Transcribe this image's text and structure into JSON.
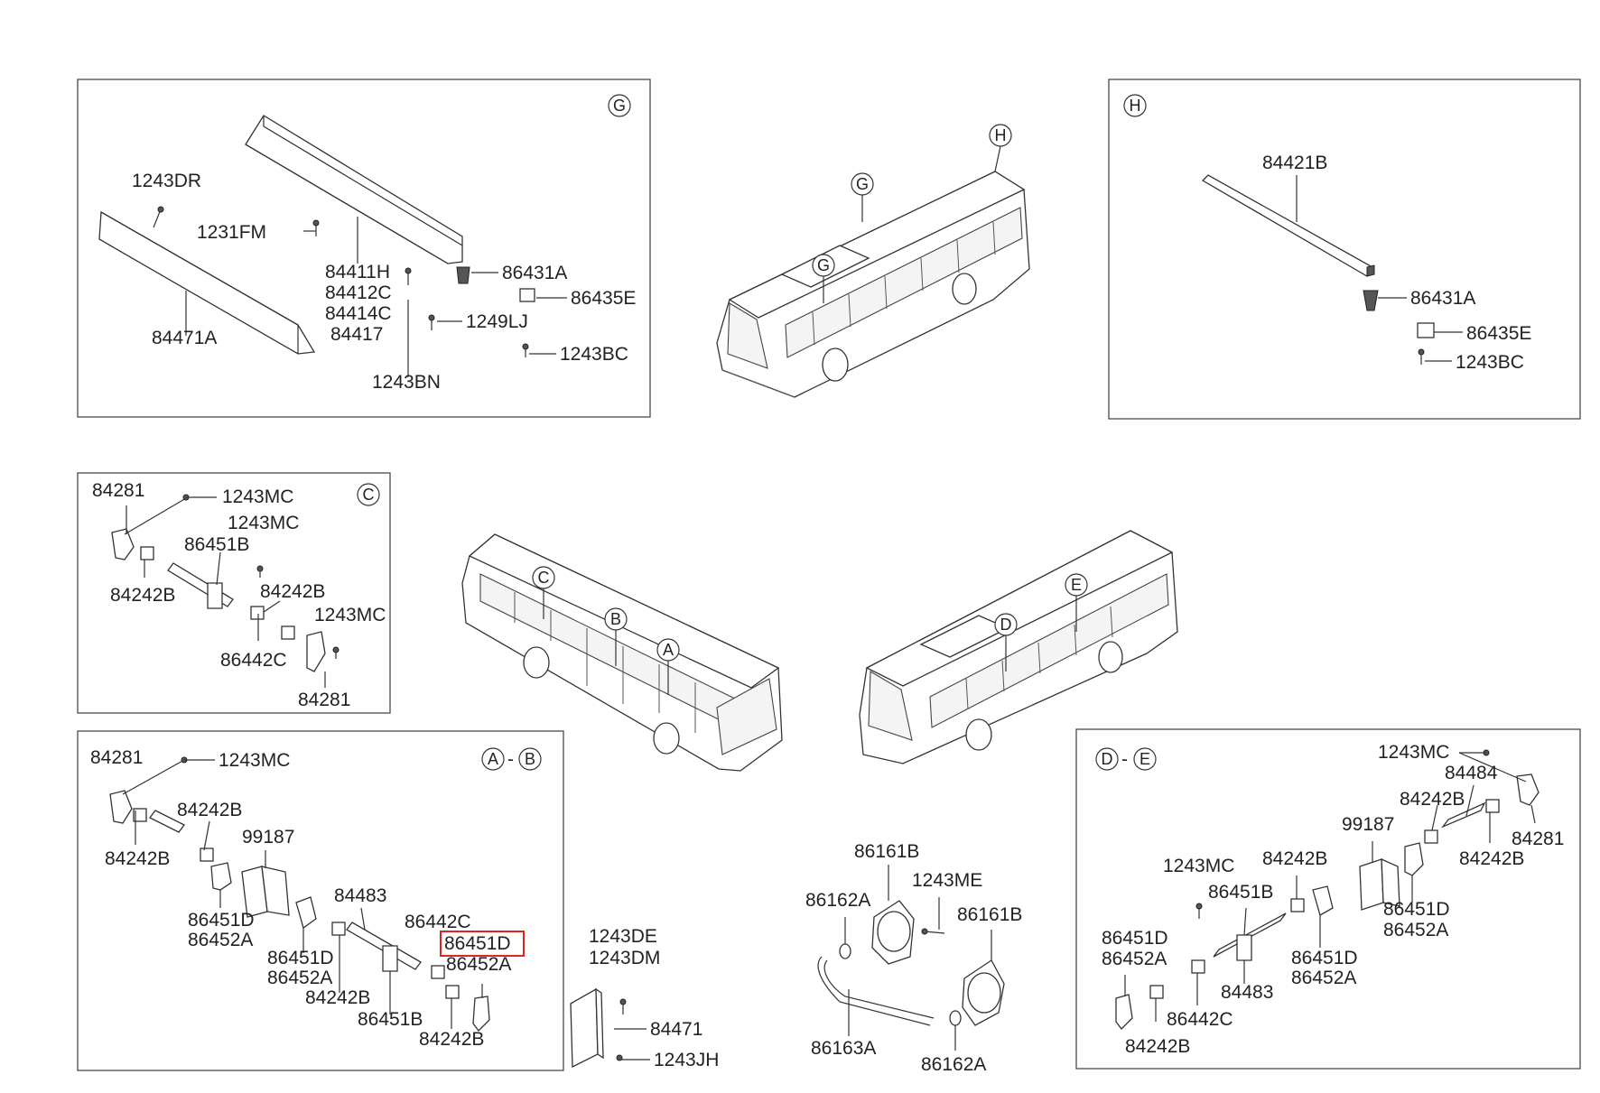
{
  "sections": {
    "G": {
      "letter": "G",
      "labels": [
        "1243DR",
        "1231FM",
        "84411H",
        "84412C",
        "84414C",
        "84417",
        "86431A",
        "86435E",
        "1249LJ",
        "1243BC",
        "84471A",
        "1243BN"
      ]
    },
    "H": {
      "letter": "H",
      "labels": [
        "84421B",
        "86431A",
        "86435E",
        "1243BC"
      ]
    },
    "C": {
      "letter": "C",
      "labels": [
        "84281",
        "1243MC",
        "1243MC",
        "86451B",
        "84242B",
        "84242B",
        "1243MC",
        "86442C",
        "84281"
      ]
    },
    "AB": {
      "letter_a": "A",
      "dash": "-",
      "letter_b": "B",
      "labels": [
        "84281",
        "1243MC",
        "84242B",
        "84242B",
        "99187",
        "86451D",
        "86452A",
        "84483",
        "86442C",
        "86451D",
        "86452A",
        "86451D",
        "86452A",
        "84242B",
        "86451B",
        "84242B"
      ]
    },
    "DE": {
      "letter_d": "D",
      "dash": "-",
      "letter_e": "E",
      "labels": [
        "1243MC",
        "84484",
        "84242B",
        "84281",
        "99187",
        "84242B",
        "1243MC",
        "86451B",
        "84242B",
        "86451D",
        "86452A",
        "86451D",
        "86452A",
        "86451D",
        "86452A",
        "84483",
        "86442C",
        "84242B"
      ]
    },
    "loose_top": {
      "labels": [
        "1243DE",
        "1243DM",
        "84471",
        "1243JH"
      ]
    },
    "loose_bottom": {
      "labels": [
        "86161B",
        "1243ME",
        "86162A",
        "86161B",
        "86163A",
        "86162A"
      ]
    }
  },
  "bus_markers": {
    "top_bus": [
      "H",
      "G",
      "G"
    ],
    "left_bus": [
      "C",
      "B",
      "A"
    ],
    "right_bus": [
      "E",
      "D"
    ]
  },
  "highlight": {
    "part_number": "86451D",
    "color": "#e0261c"
  }
}
